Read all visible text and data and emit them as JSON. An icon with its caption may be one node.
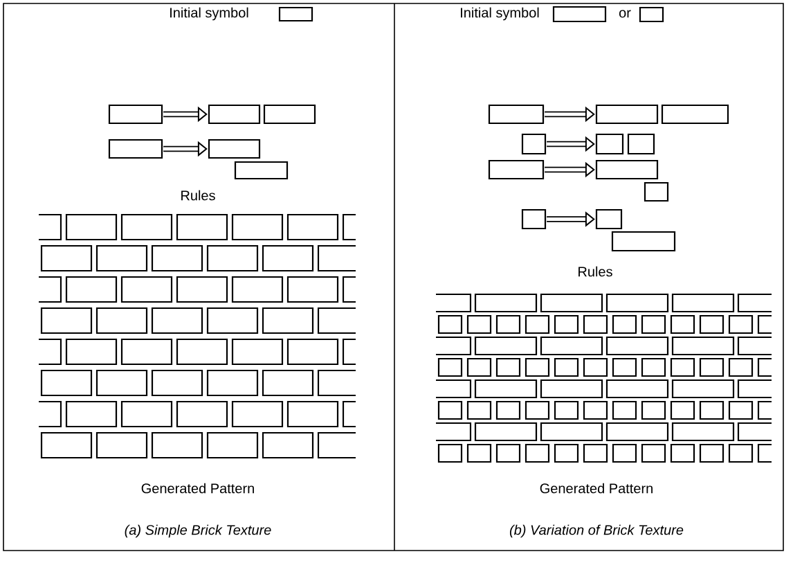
{
  "diagram": {
    "nodes": [
      {
        "text": [],
        "shape": "box"
      },
      {
        "text": [],
        "shape": "box"
      },
      {
        "text": [],
        "shape": "box"
      },
      {
        "text": [],
        "shape": "box"
      },
      {
        "text": [],
        "shape": "box"
      },
      {
        "text": [],
        "shape": "box"
      },
      {
        "text": [],
        "shape": "box"
      },
      {
        "text": [],
        "shape": "box"
      },
      {
        "text": [],
        "shape": "box"
      },
      {
        "text": [],
        "shape": "box"
      },
      {
        "text": [],
        "shape": "box"
      },
      {
        "text": [],
        "shape": "box"
      },
      {
        "text": [],
        "shape": "box"
      },
      {
        "text": [],
        "shape": "box"
      },
      {
        "text": [],
        "shape": "box"
      },
      {
        "text": [],
        "shape": "box"
      },
      {
        "text": [],
        "shape": "box"
      },
      {
        "text": [],
        "shape": "box"
      },
      {
        "text": [],
        "shape": "box"
      },
      {
        "text": [],
        "shape": "box"
      },
      {
        "text": [],
        "shape": "box"
      }
    ],
    "edges": [
      {
        "from": 1,
        "to": 2,
        "arrow": "to"
      },
      {
        "from": 4,
        "to": 5,
        "arrow": "to"
      },
      {
        "from": 9,
        "to": 10,
        "arrow": "to"
      },
      {
        "from": 12,
        "to": 13,
        "arrow": "to"
      },
      {
        "from": 15,
        "to": 16,
        "arrow": "to"
      },
      {
        "from": 18,
        "to": 19,
        "arrow": "to"
      }
    ],
    "labels": [
      "Initial symbol",
      "Initial symbol",
      "or",
      "Rules",
      "Rules",
      "Generated Pattern",
      "Generated Pattern",
      "(a) Simple Brick Texture",
      "(b) Variation of Brick Texture"
    ]
  }
}
